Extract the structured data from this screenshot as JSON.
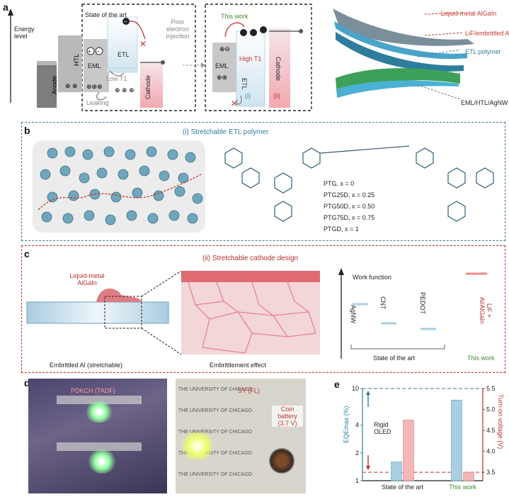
{
  "panel_a": {
    "letter": "a",
    "energy_level": "Energy level",
    "state_of_art": "State of the art",
    "anode": "Anode",
    "htl": "HTL",
    "eml": "EML",
    "etl": "ETL",
    "cathode": "Cathode",
    "poor_injection": "Poor electron injection",
    "low_t1": "Low T1",
    "leaking": "Leaking",
    "this_work": "This work",
    "high_t1": "High T1",
    "marker_i": "(i)",
    "marker_ii": "(ii)",
    "layers": {
      "liquid_metal": "Liquid-metal AlGaIn",
      "lif": "LiF/embrittled Al",
      "etl_polymer": "ETL polymer",
      "eml_stack": "EML/HTL/AgNW"
    }
  },
  "panel_b": {
    "letter": "b",
    "title": "(i)  Stretchable ETL polymer",
    "labels": [
      "PTG, x = 0",
      "PTG25D, x = 0.25",
      "PTG50D, x = 0.50",
      "PTG75D, x = 0.75",
      "PTGD, x = 1"
    ]
  },
  "panel_c": {
    "letter": "c",
    "title": "(ii) Stretchable cathode design",
    "liquid_metal": "Liquid-metal AlGaIn",
    "embrittled_al": "Embrittled Al (stretchable)",
    "embrittlement": "Embrittlement effect",
    "work_function": "Work  function",
    "agnw": "AgNW",
    "cnt": "CNT",
    "pedot": "PEDOT",
    "lif": "LiF + Al/AlGaIn",
    "state_of_art": "State of the art",
    "this_work": "This work"
  },
  "panel_d": {
    "letter": "d",
    "pdkch": "PDKCH (TADF)",
    "sy": "SY (FL)",
    "coin": "Coin battery (3.7 V)",
    "chicago": "THE UNIVERSITY OF CHICAGO"
  },
  "panel_e": {
    "letter": "e",
    "y_left_label": "EQEmax (%)",
    "y_right_label": "Turn-on voltage (V)",
    "rigid": "Rigid OLED",
    "colors": {
      "eqe": "#a8cfe0",
      "voltage": "#f4b6b6"
    }
  },
  "chart_data": {
    "type": "bar",
    "categories": [
      "State of the art",
      "This work"
    ],
    "series": [
      {
        "name": "EQEmax (%)",
        "axis": "left",
        "values": [
          1.6,
          7.5
        ]
      },
      {
        "name": "Turn-on voltage (V)",
        "axis": "right",
        "values": [
          4.75,
          3.5
        ]
      }
    ],
    "ylim_left": [
      1,
      10
    ],
    "yscale_left": "log",
    "yticks_left": [
      "1",
      "2",
      "4",
      "10"
    ],
    "ylim_right": [
      3.3,
      5.5
    ],
    "yticks_right": [
      "3.5",
      "4.0",
      "4.5",
      "5.0",
      "5.5"
    ],
    "reference_lines": {
      "rigid_eqe": 10,
      "rigid_voltage": 3.5
    },
    "xlabel": "",
    "legend": "none"
  }
}
